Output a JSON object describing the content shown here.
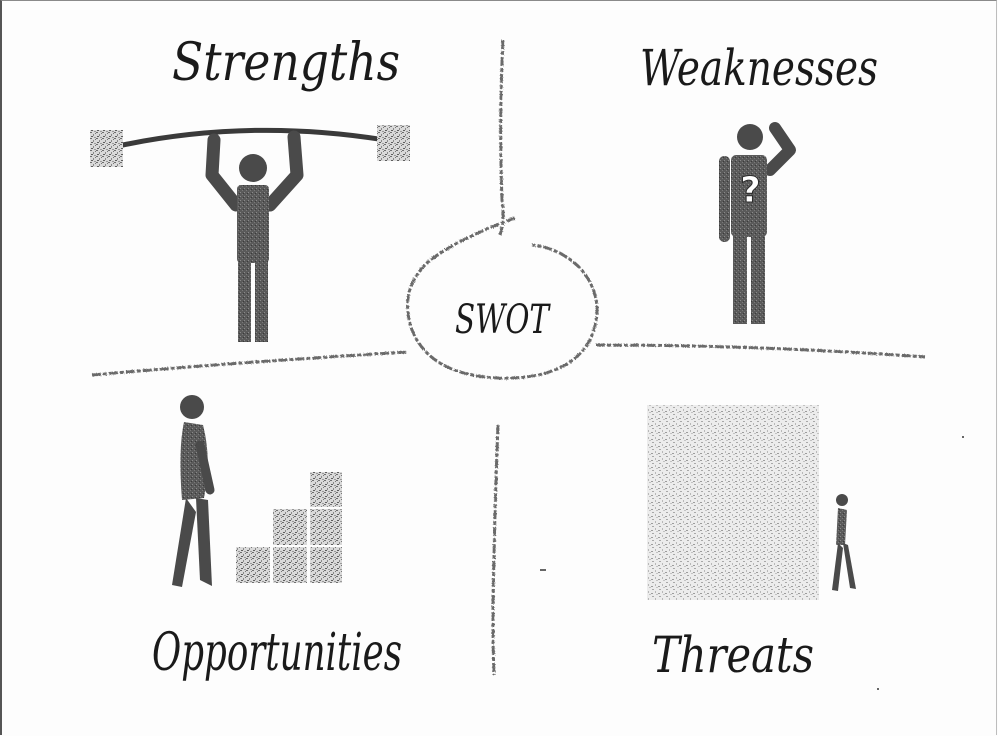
{
  "diagram": {
    "center_label": "SWOT",
    "quadrants": [
      {
        "id": "strengths",
        "label": "Strengths",
        "icon": "weightlifter-icon"
      },
      {
        "id": "weaknesses",
        "label": "Weaknesses",
        "icon": "confused-person-icon"
      },
      {
        "id": "opportunities",
        "label": "Opportunities",
        "icon": "person-walking-to-stairs-icon"
      },
      {
        "id": "threats",
        "label": "Threats",
        "icon": "person-facing-wall-icon"
      }
    ],
    "colors": {
      "ink": "#1a1a1a",
      "figure": "#4a4a4a",
      "texture": "#9a9a9a",
      "line": "#555555"
    }
  }
}
